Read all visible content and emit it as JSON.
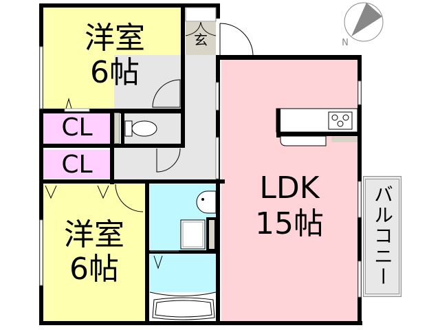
{
  "colors": {
    "western_room": "#ffffb0",
    "closet": "#ffd0ff",
    "water": "#bff9ff",
    "ldk": "#ffd4d8",
    "hall": "#e6e6e6",
    "entrance": "#d8d4c8",
    "balcony": "#e8e8e8",
    "wall": "#000000"
  },
  "rooms": {
    "western_top": {
      "line1": "洋室",
      "line2": "6帖"
    },
    "western_bottom": {
      "line1": "洋室",
      "line2": "6帖"
    },
    "closet_top": {
      "label": "CL"
    },
    "closet_bottom": {
      "label": "CL"
    },
    "ldk": {
      "line1": "LDK",
      "line2": "15帖"
    },
    "entrance": {
      "label": "玄"
    },
    "balcony": {
      "label": "バルコニー"
    }
  },
  "compass": {
    "label": "N"
  },
  "icons": [
    "toilet-icon",
    "stove-icon",
    "sink-icon",
    "bathtub-icon",
    "washing-machine-icon",
    "door-swing-icon",
    "compass-icon"
  ]
}
